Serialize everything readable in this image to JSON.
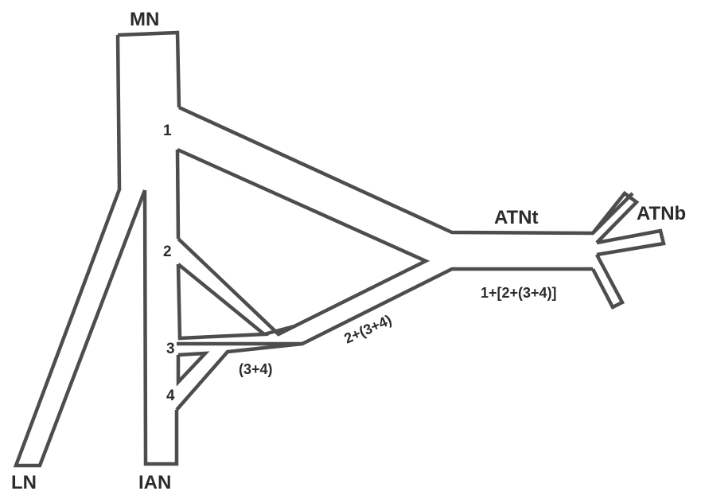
{
  "diagram": {
    "labels": {
      "mn": "MN",
      "ln": "LN",
      "ian": "IAN",
      "atnt": "ATNt",
      "atnb": "ATNb",
      "branch_1": "1",
      "branch_2": "2",
      "branch_3": "3",
      "branch_4": "4",
      "combo_34": "(3+4)",
      "combo_234": "2+(3+4)",
      "combo_1234": "1+[2+(3+4)]"
    },
    "colors": {
      "outline": "#4d4d4d",
      "text": "#2b2b2b",
      "background": "#ffffff"
    }
  }
}
